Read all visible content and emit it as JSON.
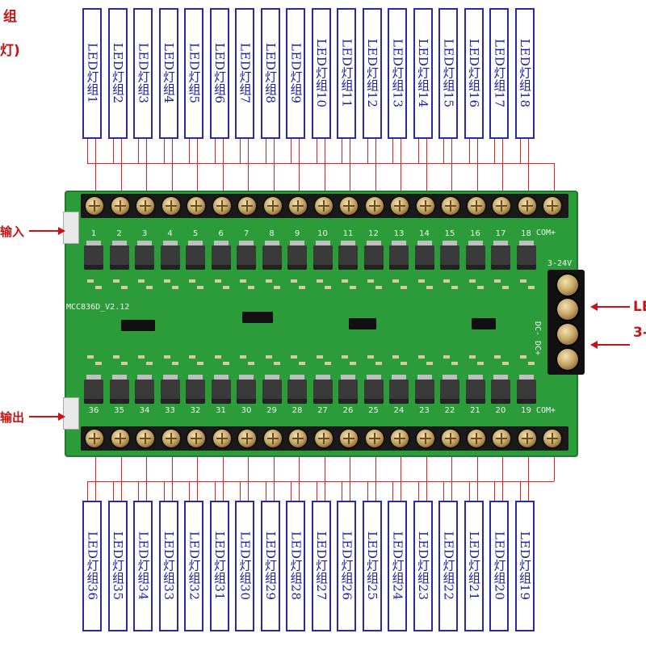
{
  "corner_text": {
    "top_line1": "组",
    "top_line2": "灯)",
    "input_label": "输入",
    "output_label": "输出",
    "right_label1": "LE",
    "right_label2": "3-"
  },
  "top_labels": [
    "LED灯组1",
    "LED灯组2",
    "LED灯组3",
    "LED灯组4",
    "LED灯组5",
    "LED灯组6",
    "LED灯组7",
    "LED灯组8",
    "LED灯组9",
    "LED灯组10",
    "LED灯组11",
    "LED灯组12",
    "LED灯组13",
    "LED灯组14",
    "LED灯组15",
    "LED灯组16",
    "LED灯组17",
    "LED灯组18"
  ],
  "bottom_labels": [
    "LED灯组36",
    "LED灯组35",
    "LED灯组34",
    "LED灯组33",
    "LED灯组32",
    "LED灯组31",
    "LED灯组30",
    "LED灯组29",
    "LED灯组28",
    "LED灯组27",
    "LED灯组26",
    "LED灯组25",
    "LED灯组24",
    "LED灯组23",
    "LED灯组22",
    "LED灯组21",
    "LED灯组20",
    "LED灯组19"
  ],
  "board": {
    "model": "MCC836D_V2.12",
    "top_channel_numbers": [
      "1",
      "2",
      "3",
      "4",
      "5",
      "6",
      "7",
      "8",
      "9",
      "10",
      "11",
      "12",
      "13",
      "14",
      "15",
      "16",
      "17",
      "18"
    ],
    "bottom_channel_numbers": [
      "36",
      "35",
      "34",
      "33",
      "32",
      "31",
      "30",
      "29",
      "28",
      "27",
      "26",
      "25",
      "24",
      "23",
      "22",
      "21",
      "20",
      "19"
    ],
    "com_top": "COM+",
    "com_bottom": "COM+",
    "voltage": "3-24V",
    "dc_label": "DC-  DC+"
  },
  "colors": {
    "board": "#2c9c3a",
    "label_border": "#2a2aa8",
    "label_text": "#1c1ca0",
    "wire": "#dd2222",
    "callout": "#c81414"
  }
}
